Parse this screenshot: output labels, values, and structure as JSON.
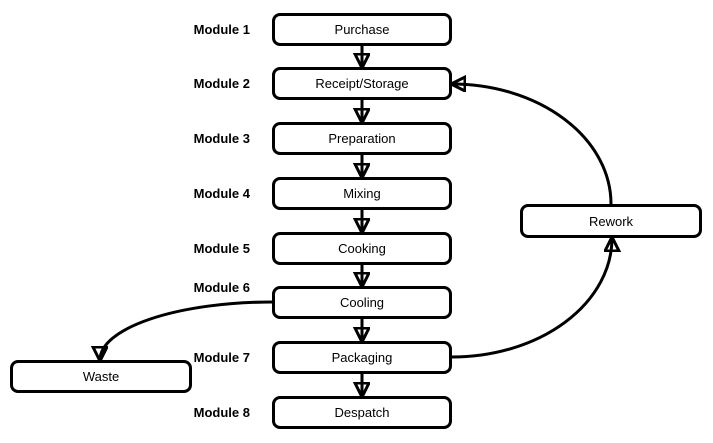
{
  "diagram": {
    "modules": [
      {
        "label": "Module 1",
        "node": "Purchase"
      },
      {
        "label": "Module 2",
        "node": "Receipt/Storage"
      },
      {
        "label": "Module 3",
        "node": "Preparation"
      },
      {
        "label": "Module 4",
        "node": "Mixing"
      },
      {
        "label": "Module 5",
        "node": "Cooking"
      },
      {
        "label": "Module 6",
        "node": "Cooling"
      },
      {
        "label": "Module 7",
        "node": "Packaging"
      },
      {
        "label": "Module 8",
        "node": "Despatch"
      }
    ],
    "side_nodes": {
      "waste": "Waste",
      "rework": "Rework"
    },
    "edges": [
      {
        "from": "Purchase",
        "to": "Receipt/Storage"
      },
      {
        "from": "Receipt/Storage",
        "to": "Preparation"
      },
      {
        "from": "Preparation",
        "to": "Mixing"
      },
      {
        "from": "Mixing",
        "to": "Cooking"
      },
      {
        "from": "Cooking",
        "to": "Cooling"
      },
      {
        "from": "Cooling",
        "to": "Packaging"
      },
      {
        "from": "Packaging",
        "to": "Despatch"
      },
      {
        "from": "Cooling",
        "to": "Waste"
      },
      {
        "from": "Packaging",
        "to": "Rework"
      },
      {
        "from": "Rework",
        "to": "Receipt/Storage"
      }
    ],
    "colors": {
      "stroke": "#000000",
      "fill": "#ffffff",
      "text": "#000000",
      "background": "#ffffff"
    }
  }
}
